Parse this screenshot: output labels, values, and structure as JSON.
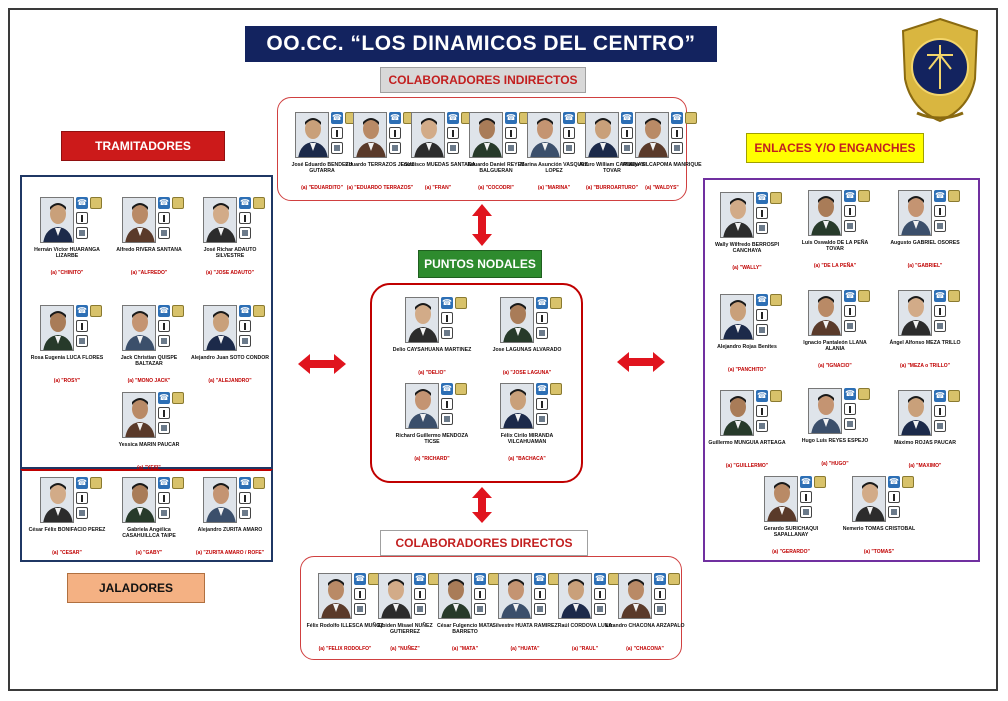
{
  "title": "OO.CC. “LOS DINAMICOS DEL CENTRO”",
  "seal": {
    "icon": "police-seal-icon",
    "color": "#13235f"
  },
  "colors": {
    "title_bg": "#13235f",
    "alias": "#c00000",
    "accent_red": "#cc1a1a",
    "green": "#2e8b2e",
    "purple": "#7030a0"
  },
  "groups": {
    "tramitadores": {
      "label": "TRAMITADORES",
      "members": [
        {
          "name": "Hernán Víctor HUARANGA LIZARBE",
          "alias": "(a) \"CHINITO\""
        },
        {
          "name": "Alfredo RIVERA SANTANA",
          "alias": "(a) \"ALFREDO\""
        },
        {
          "name": "José Richar ADAUTO SILVESTRE",
          "alias": "(a) \"JOSE ADAUTO\""
        },
        {
          "name": "Rosa Eugenia LUCA FLORES",
          "alias": "(a) \"ROSY\""
        },
        {
          "name": "Jack Christian QUISPE BALTAZAR",
          "alias": "(a) \"MONO JACK\""
        },
        {
          "name": "Alejandro Juan SOTO CONDOR",
          "alias": "(a) \"ALEJANDRO\""
        },
        {
          "name": "Yessica MARIN PAUCAR",
          "alias": "(a) \"YESI\""
        }
      ]
    },
    "jaladores": {
      "label": "JALADORES",
      "members": [
        {
          "name": "César Félix BONIFACIO PEREZ",
          "alias": "(a) \"CESAR\""
        },
        {
          "name": "Gabriela Angélica CASAHUILLCA TAIPE",
          "alias": "(a) \"GABY\""
        },
        {
          "name": "Alejandro ZURITA AMARO",
          "alias": "(a) \"ZURITA AMARO / ROFE\""
        }
      ]
    },
    "colaboradores_indirectos": {
      "label": "COLABORADORES INDIRECTOS",
      "members": [
        {
          "name": "José Eduardo BENDEZU GUTARRA",
          "alias": "(a) \"EDUARDITO\""
        },
        {
          "name": "Eduardo TERRAZOS JESUS",
          "alias": "(a) \"EDUARDO TERRAZOS\""
        },
        {
          "name": "Francisco MUEDAS SANTANA",
          "alias": "(a) \"FRAN\""
        },
        {
          "name": "Eduardo Daniel REYES BALGUERAN",
          "alias": "(a) \"COCODRI\""
        },
        {
          "name": "Marina Asunción VASQUEZ LOPEZ",
          "alias": "(a) \"MARINA\""
        },
        {
          "name": "Arturo William CARDENAS TOVAR",
          "alias": "(a) \"BURROARTURO\""
        },
        {
          "name": "Waldyr VILCAPOMA MANRIQUE",
          "alias": "(a) \"WALDYS\""
        }
      ]
    },
    "puntos_nodales": {
      "label": "PUNTOS NODALES",
      "members": [
        {
          "name": "Delio CAYSAHUANA MARTINEZ",
          "alias": "(a) \"DELIO\""
        },
        {
          "name": "Jose LAGUNAS ALVARADO",
          "alias": "(a) \"JOSE LAGUNA\""
        },
        {
          "name": "Richard Guillermo MENDOZA TICSE",
          "alias": "(a) \"RICHARD\""
        },
        {
          "name": "Félix Cirilo MIRANDA VILCAHUAMAN",
          "alias": "(a) \"BACHACA\""
        }
      ]
    },
    "colaboradores_directos": {
      "label": "COLABORADORES DIRECTOS",
      "members": [
        {
          "name": "Félix Rodolfo ILLESCA MUÑOZ",
          "alias": "(a) \"FELIX RODOLFO\""
        },
        {
          "name": "Ejoiden Misael NUÑEZ GUTIERREZ",
          "alias": "(a) \"NUÑEZ\""
        },
        {
          "name": "César Fulgencio MATA BARRETO",
          "alias": "(a) \"MATA\""
        },
        {
          "name": "Silvestre HUATA RAMIREZ",
          "alias": "(a) \"HUATA\""
        },
        {
          "name": "Raúl CORDOVA LUNA",
          "alias": "(a) \"RAUL\""
        },
        {
          "name": "Lizandro CHACONA ARZAPALO",
          "alias": "(a) \"CHACONA\""
        }
      ]
    },
    "enlaces": {
      "label": "ENLACES Y/O ENGANCHES",
      "members": [
        {
          "name": "Wally Wilfredo BERROSPI CANCHAYA",
          "alias": "(a) \"WALLY\""
        },
        {
          "name": "Luis Oswaldo DE LA PEÑA TOVAR",
          "alias": "(a) \"DE LA PEÑA\""
        },
        {
          "name": "Augusto GABRIEL OSORES",
          "alias": "(a) \"GABRIEL\""
        },
        {
          "name": "Alejandro Rojas Benites",
          "alias": "(a) \"PANCHITO\""
        },
        {
          "name": "Ignacio Pantaleón LLANA ALANIA",
          "alias": "(a) \"IGNACIO\""
        },
        {
          "name": "Ángel Alfonso MEZA TRILLO",
          "alias": "(a) \"MEZA o TRILLO\""
        },
        {
          "name": "Guillermo MUNGUIA ARTEAGA",
          "alias": "(a) \"GUILLERMO\""
        },
        {
          "name": "Hugo Luis REYES ESPEJO",
          "alias": "(a) \"HUGO\""
        },
        {
          "name": "Máximo ROJAS PAUCAR",
          "alias": "(a) \"MAXIMO\""
        },
        {
          "name": "Gerardo SURICHAQUI SAPALLANAY",
          "alias": "(a) \"GERARDO\""
        },
        {
          "name": "Nemerio TOMAS CRISTOBAL",
          "alias": "(a) \"TOMAS\""
        }
      ]
    }
  }
}
